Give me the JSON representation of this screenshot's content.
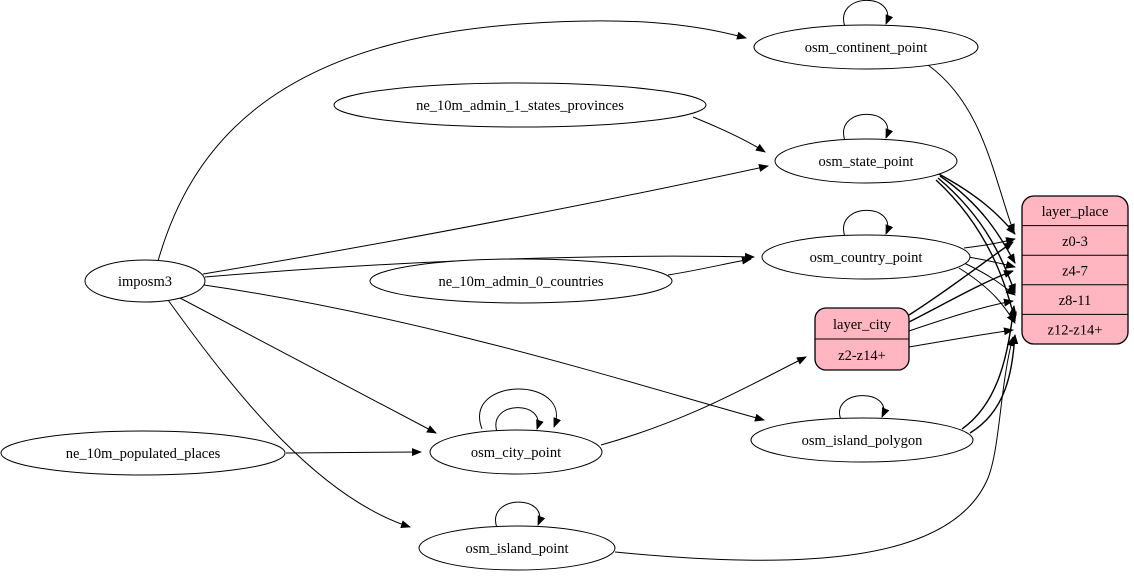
{
  "diagram": {
    "type": "graphviz-etl-graph",
    "colors": {
      "background": "#ffffff",
      "node_fill": "#ffffff",
      "record_fill": "#ffb6c1",
      "stroke": "#000000"
    },
    "nodes": {
      "imposm3": {
        "label": "imposm3",
        "shape": "ellipse"
      },
      "ne_states": {
        "label": "ne_10m_admin_1_states_provinces",
        "shape": "ellipse"
      },
      "ne_countries": {
        "label": "ne_10m_admin_0_countries",
        "shape": "ellipse"
      },
      "ne_places": {
        "label": "ne_10m_populated_places",
        "shape": "ellipse"
      },
      "continent": {
        "label": "osm_continent_point",
        "shape": "ellipse"
      },
      "state": {
        "label": "osm_state_point",
        "shape": "ellipse"
      },
      "country": {
        "label": "osm_country_point",
        "shape": "ellipse"
      },
      "city": {
        "label": "osm_city_point",
        "shape": "ellipse"
      },
      "island_polygon": {
        "label": "osm_island_polygon",
        "shape": "ellipse"
      },
      "island_point": {
        "label": "osm_island_point",
        "shape": "ellipse"
      },
      "layer_city": {
        "title": "layer_city",
        "rows": [
          "z2-z14+"
        ],
        "shape": "record"
      },
      "layer_place": {
        "title": "layer_place",
        "rows": [
          "z0-3",
          "z4-7",
          "z8-11",
          "z12-z14+"
        ],
        "shape": "record"
      }
    },
    "edges": [
      {
        "from": "imposm3",
        "to": "osm_continent_point"
      },
      {
        "from": "imposm3",
        "to": "osm_state_point"
      },
      {
        "from": "imposm3",
        "to": "osm_country_point"
      },
      {
        "from": "imposm3",
        "to": "osm_city_point"
      },
      {
        "from": "imposm3",
        "to": "osm_island_polygon"
      },
      {
        "from": "imposm3",
        "to": "osm_island_point"
      },
      {
        "from": "ne_10m_admin_1_states_provinces",
        "to": "osm_state_point"
      },
      {
        "from": "ne_10m_admin_0_countries",
        "to": "osm_country_point"
      },
      {
        "from": "ne_10m_populated_places",
        "to": "osm_city_point"
      },
      {
        "from": "osm_continent_point",
        "to": "osm_continent_point",
        "self_loop": true
      },
      {
        "from": "osm_state_point",
        "to": "osm_state_point",
        "self_loop": true
      },
      {
        "from": "osm_country_point",
        "to": "osm_country_point",
        "self_loop": true
      },
      {
        "from": "osm_city_point",
        "to": "osm_city_point",
        "self_loop": true
      },
      {
        "from": "osm_city_point",
        "to": "osm_city_point",
        "self_loop": true
      },
      {
        "from": "osm_island_polygon",
        "to": "osm_island_polygon",
        "self_loop": true
      },
      {
        "from": "osm_island_point",
        "to": "osm_island_point",
        "self_loop": true
      },
      {
        "from": "osm_city_point",
        "to": "layer_city:z2-z14+"
      },
      {
        "from": "osm_continent_point",
        "to": "layer_place:z0-3"
      },
      {
        "from": "osm_state_point",
        "to": "layer_place:z0-3"
      },
      {
        "from": "osm_state_point",
        "to": "layer_place:z4-7"
      },
      {
        "from": "osm_state_point",
        "to": "layer_place:z8-11"
      },
      {
        "from": "osm_state_point",
        "to": "layer_place:z12-z14+"
      },
      {
        "from": "osm_country_point",
        "to": "layer_place:z0-3"
      },
      {
        "from": "osm_country_point",
        "to": "layer_place:z4-7"
      },
      {
        "from": "osm_country_point",
        "to": "layer_place:z8-11"
      },
      {
        "from": "osm_country_point",
        "to": "layer_place:z12-z14+"
      },
      {
        "from": "layer_city",
        "to": "layer_place:z0-3"
      },
      {
        "from": "layer_city",
        "to": "layer_place:z4-7"
      },
      {
        "from": "layer_city",
        "to": "layer_place:z8-11"
      },
      {
        "from": "layer_city",
        "to": "layer_place:z12-z14+"
      },
      {
        "from": "osm_island_polygon",
        "to": "layer_place:z8-11"
      },
      {
        "from": "osm_island_polygon",
        "to": "layer_place:z12-z14+"
      },
      {
        "from": "osm_island_point",
        "to": "layer_place:z12-z14+"
      }
    ]
  }
}
